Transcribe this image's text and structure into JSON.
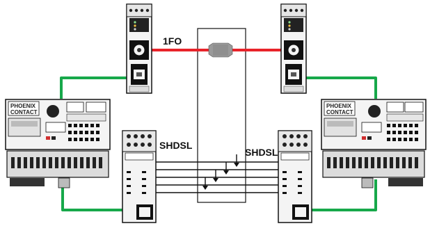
{
  "labels": {
    "fiber": "1FO",
    "shdsl_left": "SHDSL",
    "shdsl_right": "SHDSL"
  },
  "brand": {
    "line1": "PHOENIX",
    "line2": "CONTACT"
  },
  "colors": {
    "ethernet": "#17a84a",
    "fiber": "#e8232a",
    "splice": "#8f8f8f",
    "device_face": "#f4f4f4",
    "device_frame": "#222222",
    "line": "#111111"
  },
  "icons": {
    "fiber_converter": "media-converter-icon",
    "controller": "plc-controller-icon",
    "shdsl_modem": "shdsl-extender-icon",
    "splice": "fiber-splice-icon"
  }
}
